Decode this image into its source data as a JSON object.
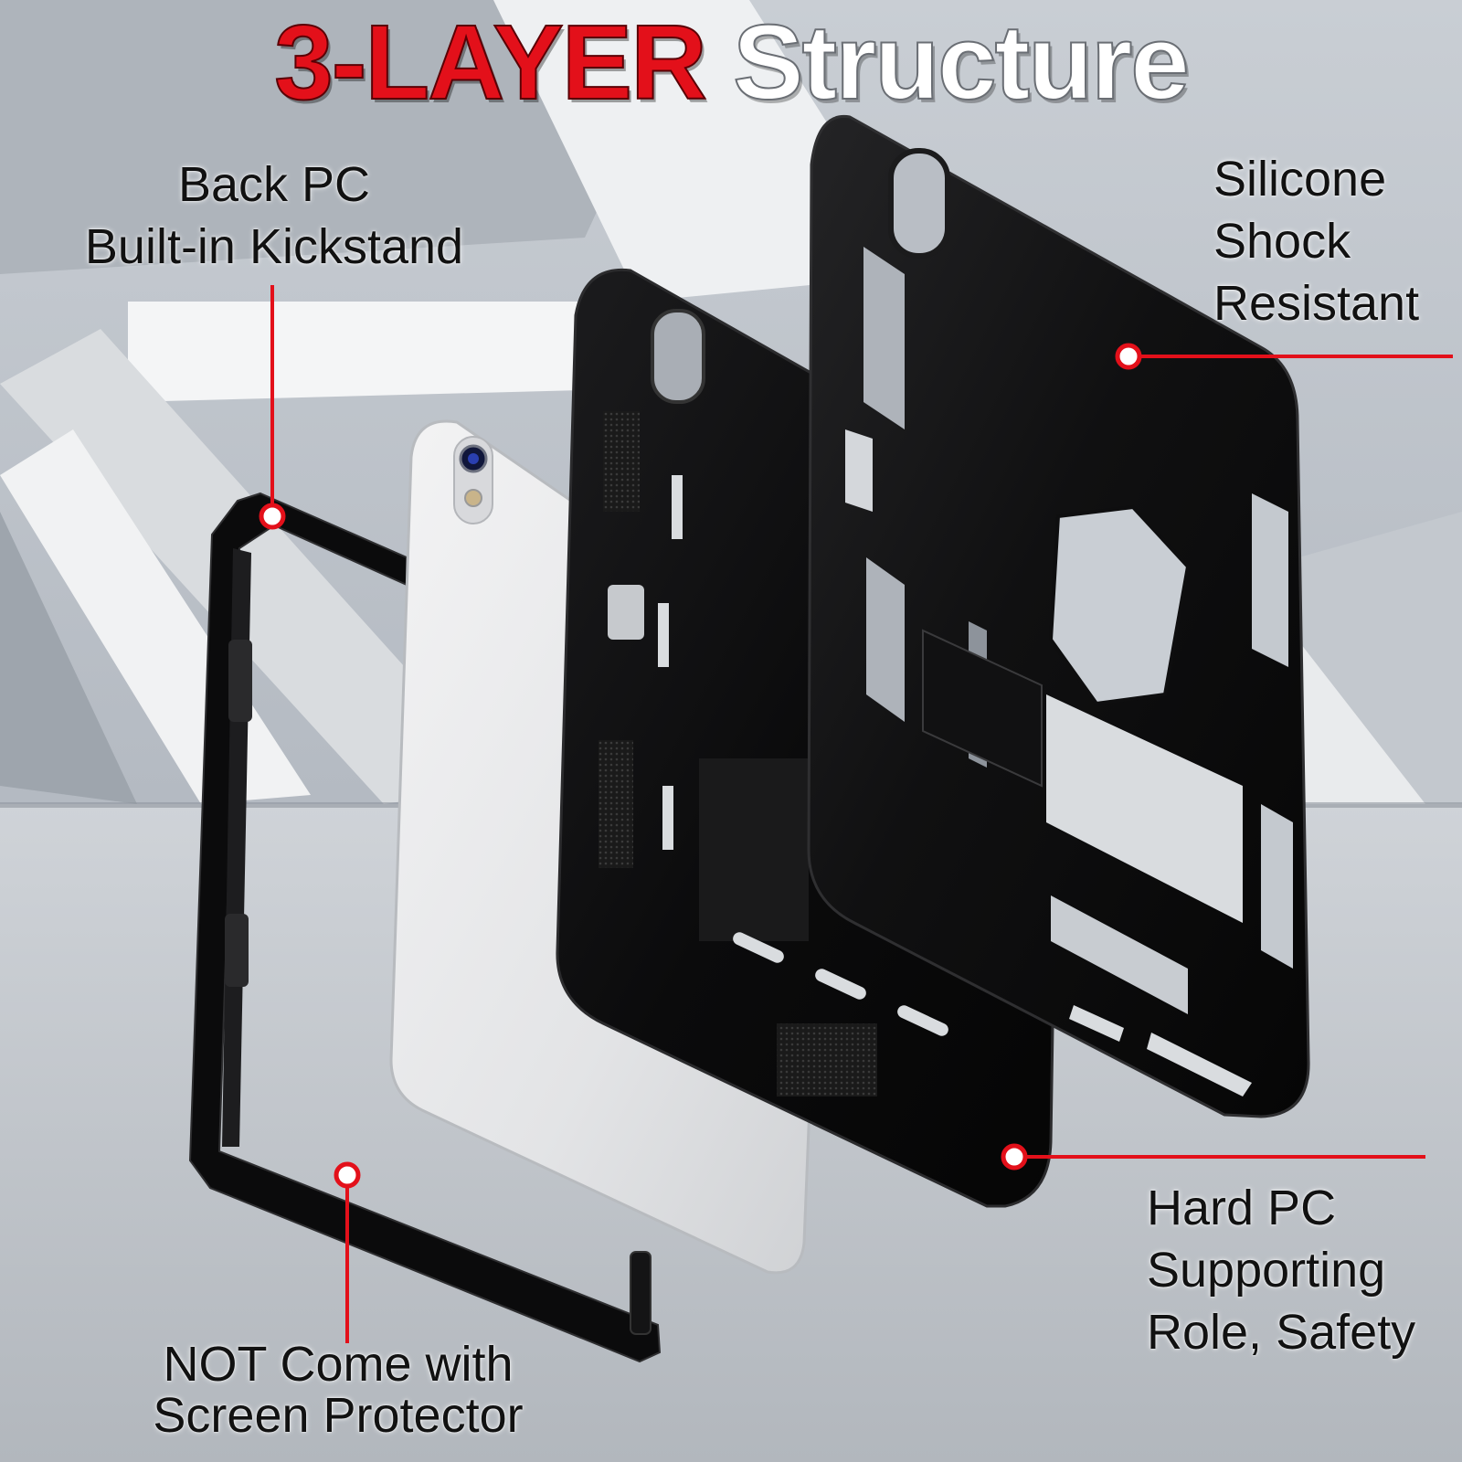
{
  "title": {
    "part1": "3-LAYER",
    "part2": "Structure"
  },
  "labels": {
    "back_pc": [
      "Back PC",
      "Built-in Kickstand"
    ],
    "silicone": [
      "Silicone",
      "Shock",
      "Resistant"
    ],
    "hard_pc": [
      "Hard PC",
      "Supporting",
      "Role, Safety"
    ],
    "screen": [
      "NOT Come with",
      "Screen Protector"
    ]
  },
  "colors": {
    "accent_red": "#e3101a",
    "case_black": "#0c0c0d",
    "tablet_silver": "#e6e7e9",
    "background_gray": "#b9bec4"
  }
}
